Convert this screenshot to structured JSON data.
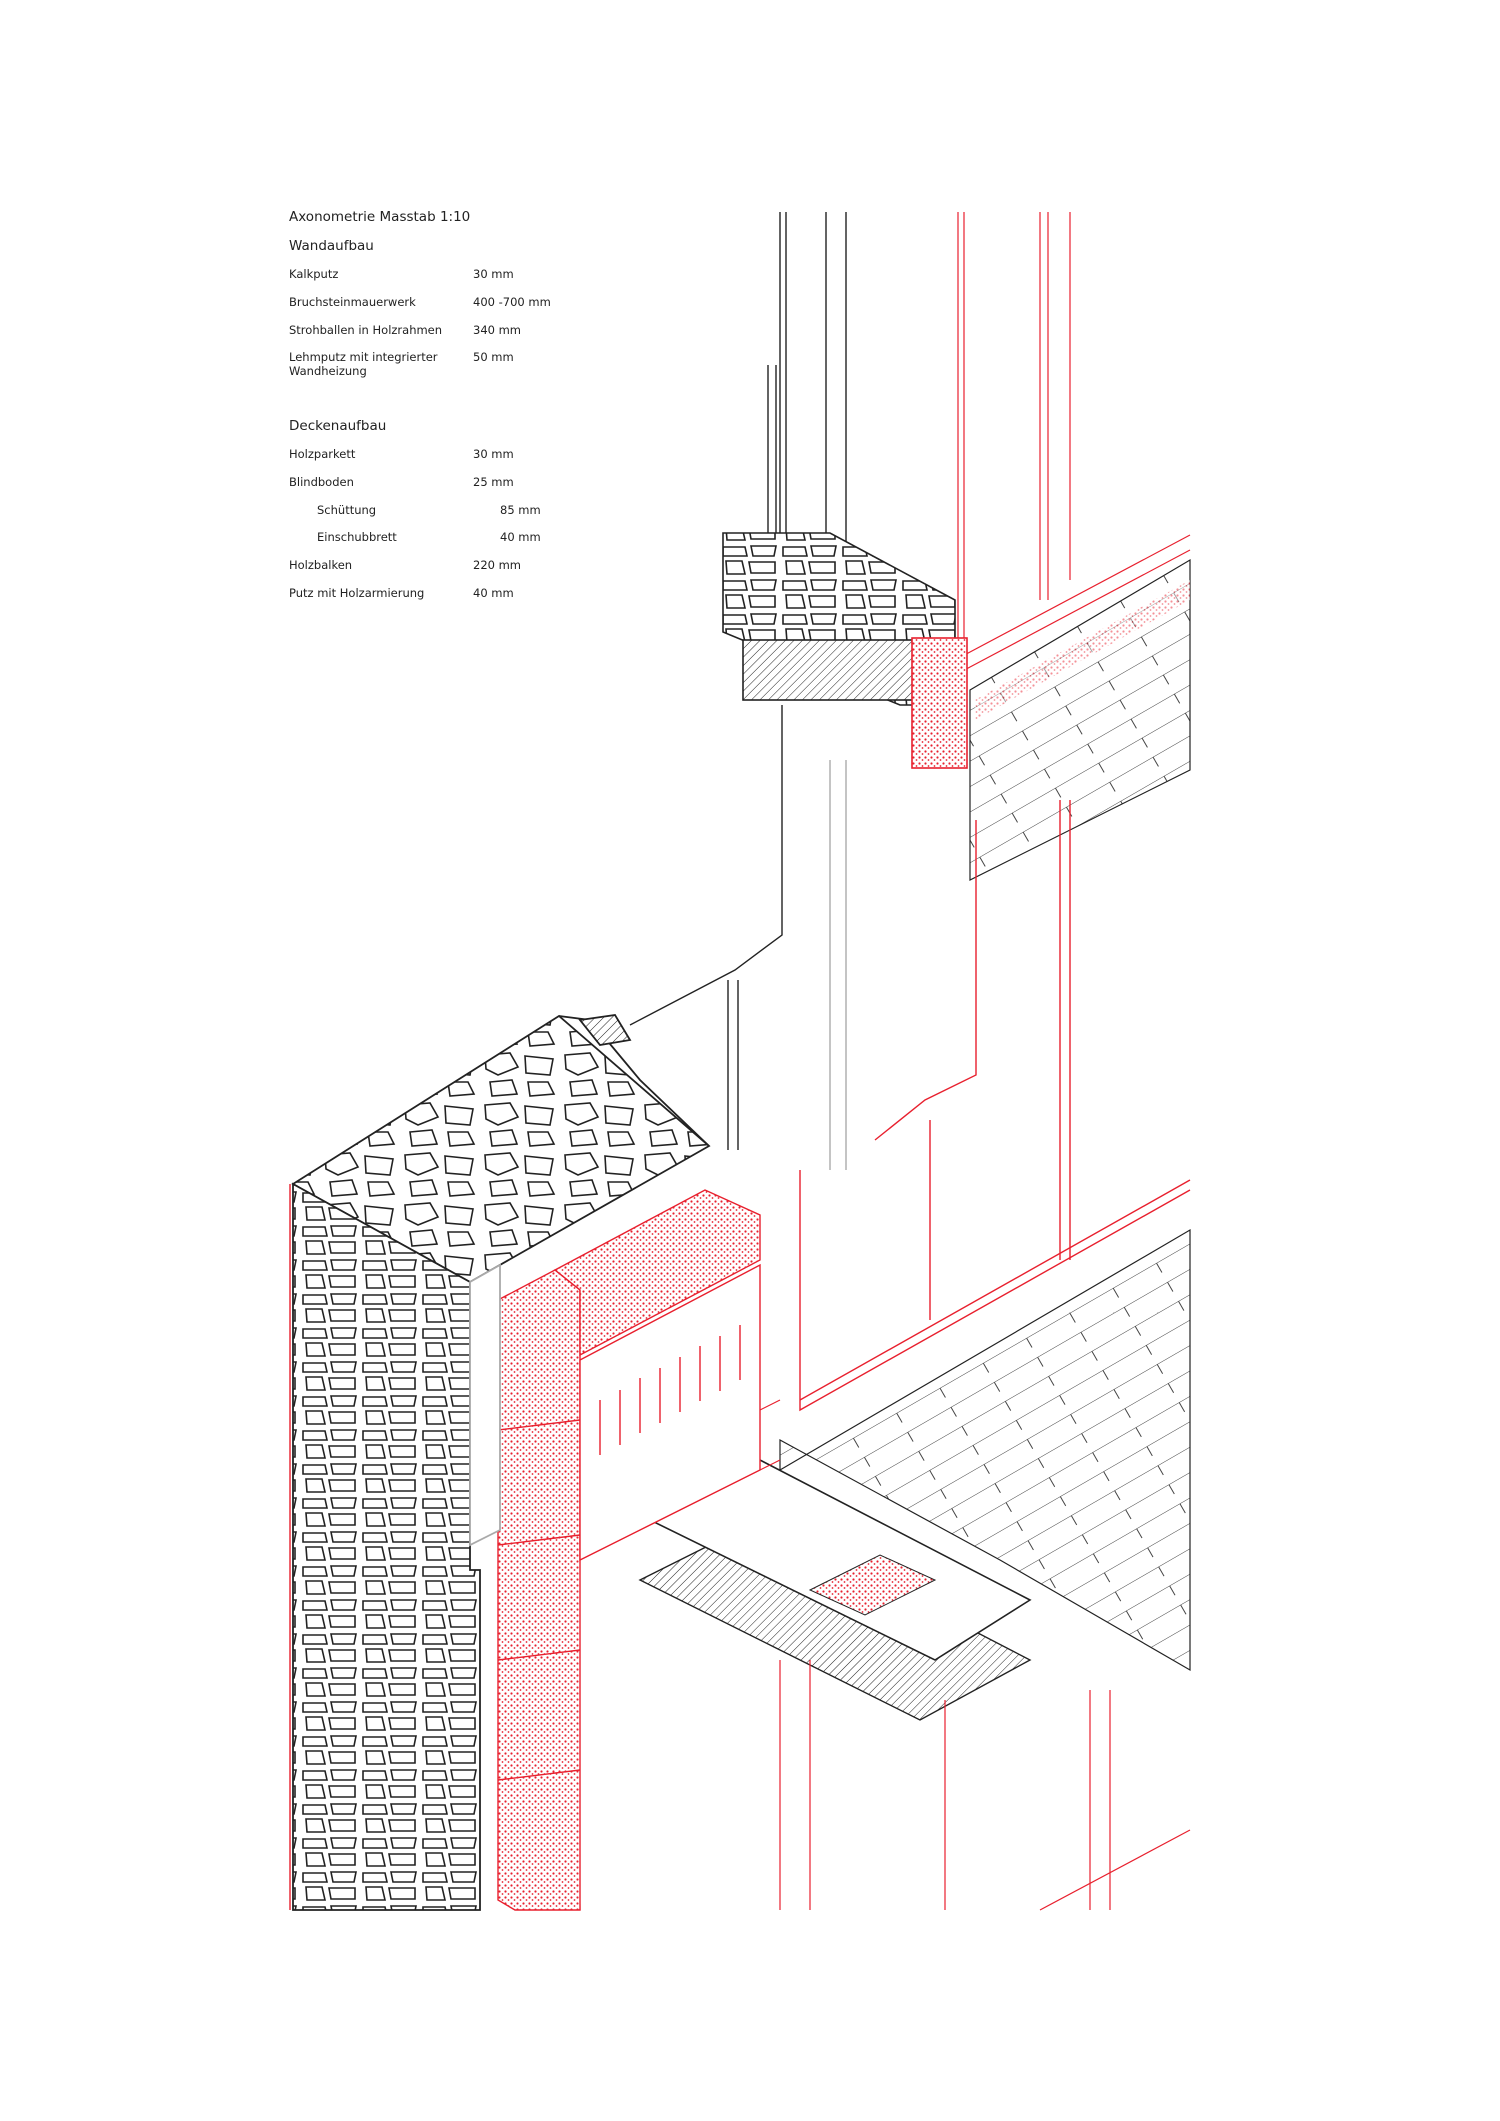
{
  "title": "Axonometrie Masstab 1:10",
  "wall": {
    "heading": "Wandaufbau",
    "layers": [
      {
        "name": "Kalkputz",
        "value": "30 mm"
      },
      {
        "name": "Bruchsteinmauerwerk",
        "value": "400 -700 mm"
      },
      {
        "name": "Strohballen in Holzrahmen",
        "value": "340 mm"
      },
      {
        "name": "Lehmputz mit integrierter",
        "name2": "Wandheizung",
        "value": "50 mm"
      }
    ]
  },
  "ceiling": {
    "heading": "Deckenaufbau",
    "layers": [
      {
        "name": "Holzparkett",
        "value": "30 mm"
      },
      {
        "name": "Blindboden",
        "value": "25 mm"
      },
      {
        "name": "Schüttung",
        "value": "85 mm"
      },
      {
        "name": "Einschubbrett",
        "value": "40 mm"
      },
      {
        "name": "Holzbalken",
        "value": "220 mm"
      },
      {
        "name": "Putz mit Holzarmierung",
        "value": "40 mm"
      }
    ]
  },
  "colors": {
    "new_construction": "#e8202e",
    "existing": "#222222"
  }
}
